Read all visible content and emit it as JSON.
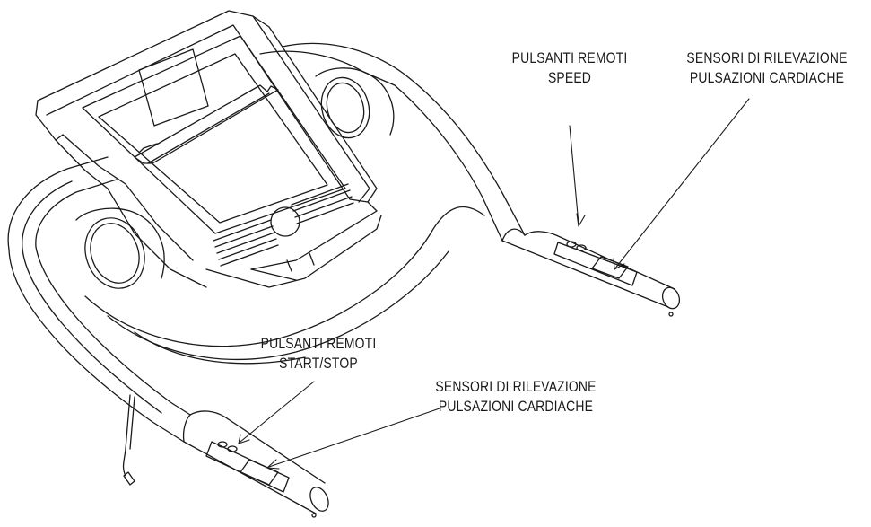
{
  "labels": {
    "speed": {
      "line1": "PULSANTI REMOTI",
      "line2": "SPEED"
    },
    "sensors_right": {
      "line1": "SENSORI DI RILEVAZIONE",
      "line2": "PULSAZIONI CARDIACHE"
    },
    "start_stop": {
      "line1": "PULSANTI REMOTI",
      "line2": "START/STOP"
    },
    "sensors_left": {
      "line1": "SENSORI DI RILEVAZIONE",
      "line2": "PULSAZIONI CARDIACHE"
    }
  }
}
